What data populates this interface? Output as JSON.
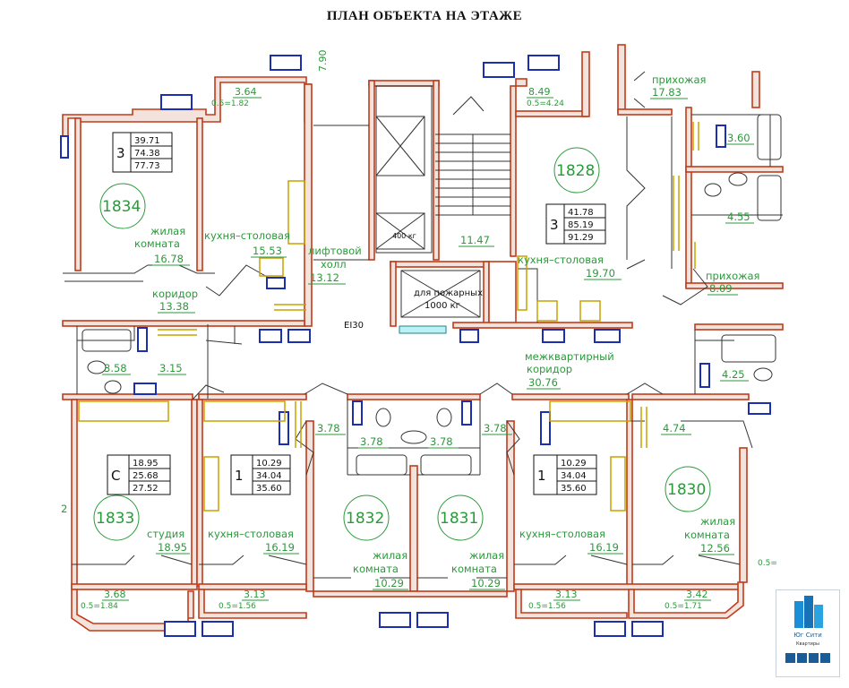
{
  "title": "ПЛАН ОБЪЕКТА НА ЭТАЖЕ",
  "apartments": [
    {
      "number": "1834",
      "rooms": "3",
      "areas": [
        "39.71",
        "74.38",
        "77.73"
      ]
    },
    {
      "number": "1828",
      "rooms": "3",
      "areas": [
        "41.78",
        "85.19",
        "91.29"
      ]
    },
    {
      "number": "1833",
      "rooms": "С",
      "areas": [
        "18.95",
        "25.68",
        "27.52"
      ]
    },
    {
      "number": "1832",
      "rooms": "",
      "areas": []
    },
    {
      "number": "1831",
      "rooms": "",
      "areas": []
    },
    {
      "number": "1830",
      "rooms": "",
      "areas": []
    },
    {
      "number": "",
      "rooms": "1",
      "areas": [
        "10.29",
        "34.04",
        "35.60"
      ]
    },
    {
      "number": "",
      "rooms": "1",
      "areas": [
        "10.29",
        "34.04",
        "35.60"
      ]
    }
  ],
  "rooms": {
    "living_1834_l1": "жилая",
    "living_1834_l2": "комната",
    "living_1834_area": "16.78",
    "kitchen_1834_l1": "кухня–столовая",
    "kitchen_1834_area": "15.53",
    "corridor_1834_l1": "коридор",
    "corridor_1834_area": "13.38",
    "lift_hall_l1": "лифтовой",
    "lift_hall_l2": "холл",
    "lift_hall_area": "13.12",
    "stair_area": "11.47",
    "kitchen_1828_l1": "кухня–столовая",
    "kitchen_1828_area": "19.70",
    "hall_top_l1": "прихожая",
    "hall_top_area": "17.83",
    "hall_mid_l1": "прихожая",
    "hall_mid_area": "8.09",
    "bath_top_area": "3.60",
    "bath2_area": "4.55",
    "bath3_area": "4.25",
    "inter_corridor_l1": "межквартирный",
    "inter_corridor_l2": "коридор",
    "inter_corridor_area": "30.76",
    "bath_1833_a": "3.58",
    "bath_1833_b": "3.15",
    "studio_l1": "студия",
    "studio_area": "18.95",
    "kitchen_a_l1": "кухня–столовая",
    "kitchen_a_area": "16.19",
    "kitchen_b_l1": "кухня–столовая",
    "kitchen_b_area": "16.19",
    "living_1832_l1": "жилая",
    "living_1832_l2": "комната",
    "living_1832_area": "10.29",
    "living_1831_l1": "жилая",
    "living_1831_l2": "комната",
    "living_1831_area": "10.29",
    "living_1830_l1": "жилая",
    "living_1830_l2": "комната",
    "living_1830_area": "12.56",
    "bath_centre_1": "3.78",
    "bath_centre_2": "3.78",
    "bath_centre_3": "3.78",
    "bath_centre_4": "3.78",
    "hall_1830_area": "4.74",
    "left_edge_area": "2"
  },
  "balconies": {
    "b_top_left_area": "3.64",
    "b_top_left_calc": "0.5=1.82",
    "b_top_mid_area": "8.49",
    "b_top_mid_calc": "0.5=4.24",
    "b_bottom_1_area": "3.68",
    "b_bottom_1_calc": "0.5=1.84",
    "b_bottom_2_area": "3.13",
    "b_bottom_2_calc": "0.5=1.56",
    "b_bottom_3_area": "3.13",
    "b_bottom_3_calc": "0.5=1.56",
    "b_bottom_4_area": "3.42",
    "b_bottom_4_calc": "0.5=1.71",
    "b_right_calc": "0.5="
  },
  "labels": {
    "lift_cabin": "1000 кг",
    "lift_text": "для пожарных",
    "lift_small": "400 кг",
    "ei_mark": "EI30",
    "top_mark": "7.90"
  },
  "logo": {
    "name": "Юг Сити",
    "sub": "Квартиры"
  },
  "colors": {
    "wall": "#c23b1a",
    "window": "#1c2fb0",
    "label": "#2a9a3a",
    "furniture": "#c8a200"
  }
}
